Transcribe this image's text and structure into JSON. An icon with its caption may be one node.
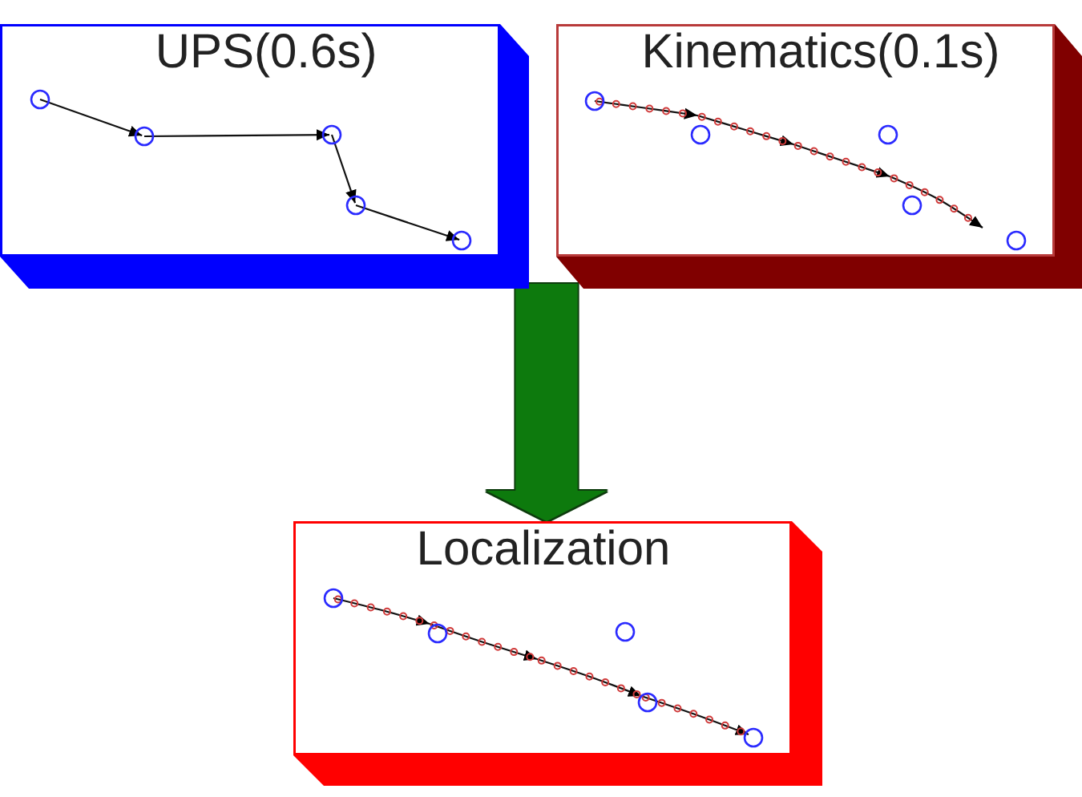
{
  "diagram": {
    "nodes": [
      {
        "text": [
          "UPS(0.6s)"
        ]
      },
      {
        "text": [
          "Kinematics(0.1s)"
        ]
      },
      {
        "text": [
          "Localization"
        ]
      }
    ],
    "edges": [
      {
        "from": 0,
        "to": 2,
        "arrow": "to",
        "color": "#117a11"
      },
      {
        "from": 1,
        "to": 2,
        "arrow": "to",
        "color": "#117a11"
      }
    ]
  }
}
